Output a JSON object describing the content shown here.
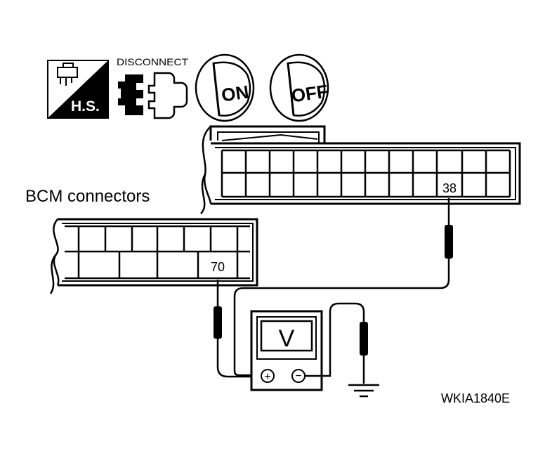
{
  "icons": {
    "hs_label": "H.S.",
    "disconnect_label": "DISCONNECT",
    "on_label": "ON",
    "off_label": "OFF"
  },
  "connectors": {
    "title": "BCM connectors",
    "upper_pin": "38",
    "lower_pin": "70"
  },
  "meter": {
    "display": "V",
    "plus": "+",
    "minus": "−"
  },
  "figure_id": "WKIA1840E",
  "colors": {
    "ink": "#000000",
    "paper": "#ffffff"
  }
}
